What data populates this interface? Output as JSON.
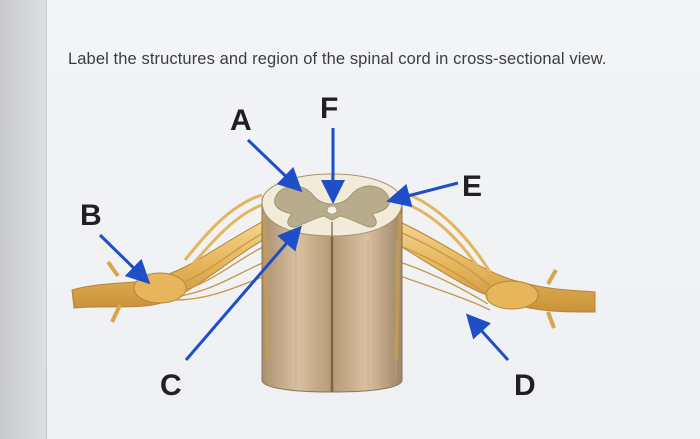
{
  "question": {
    "text": "Label the structures and region of the spinal cord in cross-sectional view."
  },
  "labels": {
    "a": "A",
    "b": "B",
    "c": "C",
    "d": "D",
    "e": "E",
    "f": "F"
  },
  "colors": {
    "arrow": "#1e4fc6",
    "nerve": "#e8b85c",
    "cord": "#c9ad8c",
    "gray_matter": "#b7a98a"
  }
}
